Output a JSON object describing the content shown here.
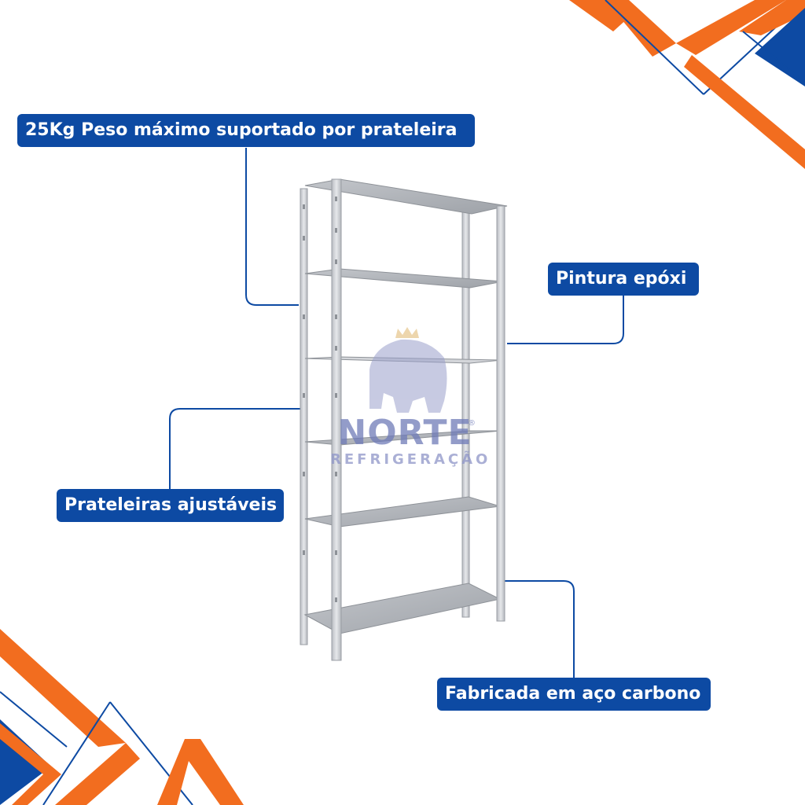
{
  "labels": {
    "peso": "25Kg Peso máximo suportado por prateleira",
    "pintura": "Pintura epóxi",
    "prateleiras": "Prateleiras ajustáveis",
    "aco": "Fabricada em aço carbono"
  },
  "watermark": {
    "name": "NORTE",
    "subtitle": "REFRIGERAÇÃO",
    "registered": "®"
  },
  "colors": {
    "label_bg": "#0d4aa3",
    "accent_orange": "#f26d1f",
    "accent_blue": "#0d4aa3",
    "shelf_metal": "#c9ccd1"
  },
  "product": {
    "shelf_count": 6
  }
}
